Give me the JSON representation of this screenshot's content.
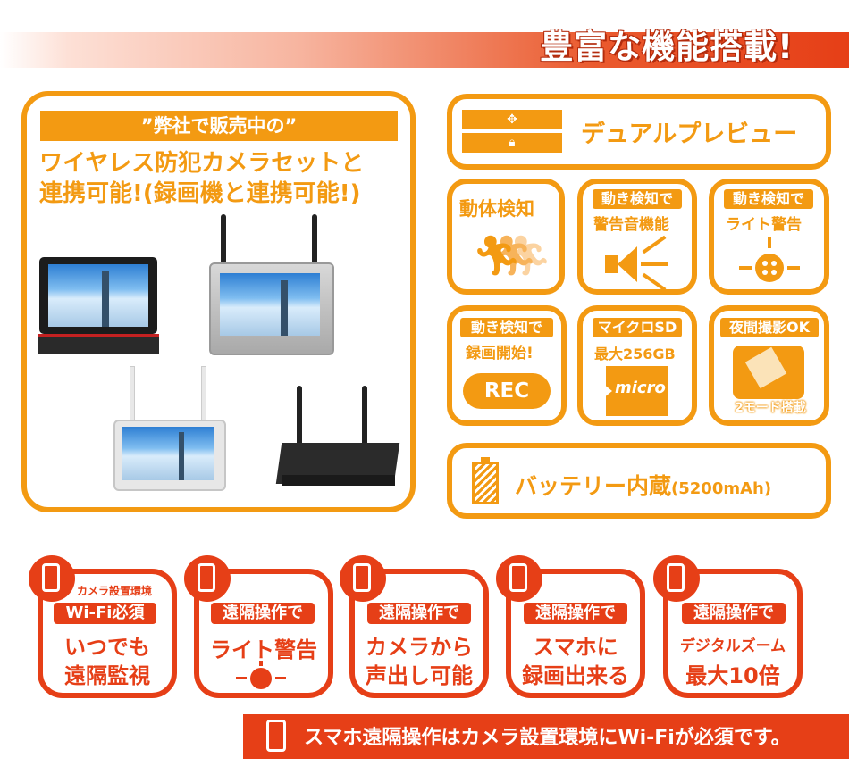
{
  "header": {
    "title": "豊富な機能搭載!"
  },
  "left_panel": {
    "tag": "”弊社で販売中の”",
    "line1": "ワイヤレス防犯カメラセットと",
    "line2": "連携可能!(録画機と連携可能!)"
  },
  "features": {
    "dual_preview": "デュアルプレビュー",
    "motion_detect": "動体検知",
    "alarm": {
      "tag": "動き検知で",
      "text": "警告音機能"
    },
    "light": {
      "tag": "動き検知で",
      "text": "ライト警告"
    },
    "record": {
      "tag": "動き検知で",
      "text": "録画開始!",
      "button": "REC"
    },
    "microsd": {
      "tag": "マイクロSD",
      "text": "最大256GB",
      "logo": "micro"
    },
    "night": {
      "tag": "夜間撮影OK",
      "text": "2モード搭載"
    },
    "battery": {
      "text": "バッテリー内蔵",
      "capacity": "(5200mAh)"
    }
  },
  "remote_cards": [
    {
      "small": "カメラ設置環境",
      "tag": "Wi-Fi必須",
      "line1": "いつでも",
      "line2": "遠隔監視"
    },
    {
      "tag": "遠隔操作で",
      "line1": "ライト警告",
      "line2": ""
    },
    {
      "tag": "遠隔操作で",
      "line1": "カメラから",
      "line2": "声出し可能"
    },
    {
      "tag": "遠隔操作で",
      "line1": "スマホに",
      "line2": "録画出来る"
    },
    {
      "tag": "遠隔操作で",
      "line1": "デジタルズーム",
      "line2": "最大10倍"
    }
  ],
  "footer": {
    "text": "スマホ遠隔操作はカメラ設置環境にWi-Fiが必須です。"
  },
  "colors": {
    "orange": "#f39a12",
    "red": "#e63f17"
  }
}
